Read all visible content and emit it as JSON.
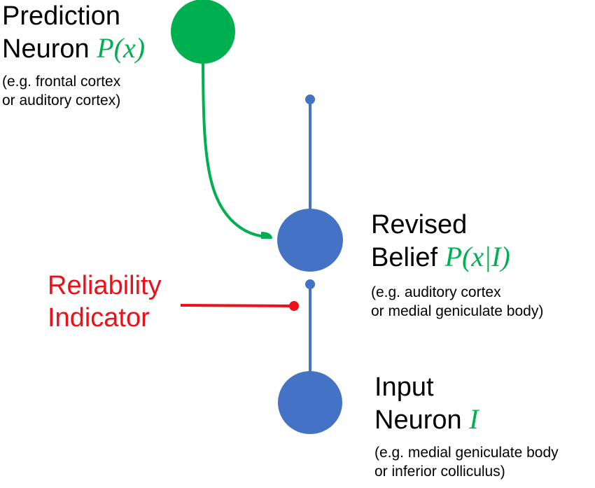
{
  "colors": {
    "prediction": "#00b050",
    "neuron": "#4472c4",
    "reliability": "#e8121a",
    "math": "#00b050",
    "text": "#000000"
  },
  "prediction": {
    "line1": "Prediction",
    "line2": "Neuron",
    "math": "P(x)",
    "example1": "(e.g. frontal cortex",
    "example2": "or auditory cortex)"
  },
  "revised": {
    "line1": "Revised",
    "line2": "Belief",
    "math": "P(x|I)",
    "example1": "(e.g. auditory cortex",
    "example2": "or medial geniculate body)"
  },
  "reliability": {
    "line1": "Reliability",
    "line2": "Indicator"
  },
  "input": {
    "line1": "Input",
    "line2": "Neuron",
    "math": "I",
    "example1": "(e.g. medial geniculate body",
    "example2": "or inferior colliculus)"
  }
}
